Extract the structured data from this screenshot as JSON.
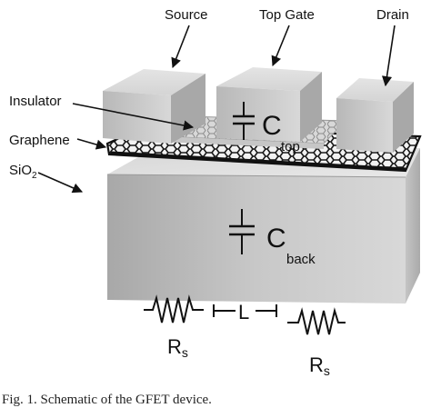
{
  "labels": {
    "source": "Source",
    "top_gate": "Top Gate",
    "drain": "Drain",
    "insulator": "Insulator",
    "graphene": "Graphene",
    "sio2_base": "SiO",
    "sio2_sub": "2"
  },
  "capacitors": {
    "top": {
      "symbol": "C",
      "subscript": "top"
    },
    "back": {
      "symbol": "C",
      "subscript": "back"
    }
  },
  "resistors": {
    "left": {
      "symbol": "R",
      "subscript": "s"
    },
    "right": {
      "symbol": "R",
      "subscript": "s"
    }
  },
  "inductor": {
    "symbol": "L"
  },
  "caption": "Fig. 1. Schematic of the GFET device."
}
